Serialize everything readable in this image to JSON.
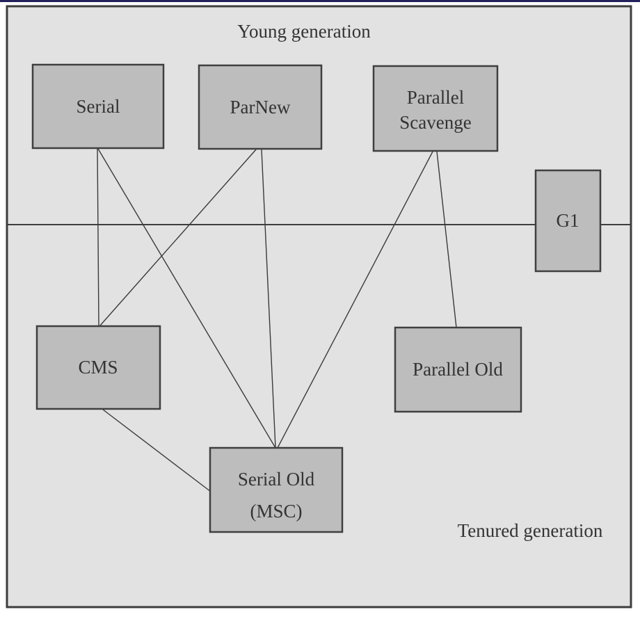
{
  "diagram": {
    "description": "HotSpot JVM garbage collectors by generation, with lines joining collectors that can work together",
    "regions": {
      "young_label": "Young generation",
      "tenured_label": "Tenured generation"
    },
    "nodes": {
      "serial": {
        "label": "Serial"
      },
      "parnew": {
        "label": "ParNew"
      },
      "parallel_scavenge": {
        "lines": [
          "Parallel",
          "Scavenge"
        ]
      },
      "g1": {
        "label": "G1"
      },
      "cms": {
        "label": "CMS"
      },
      "parallel_old": {
        "label": "Parallel Old"
      },
      "serial_old": {
        "lines": [
          "Serial Old",
          "(MSC)"
        ]
      }
    },
    "edges": [
      {
        "from": "Serial",
        "to": "CMS"
      },
      {
        "from": "Serial",
        "to": "Serial Old (MSC)"
      },
      {
        "from": "ParNew",
        "to": "CMS"
      },
      {
        "from": "ParNew",
        "to": "Serial Old (MSC)"
      },
      {
        "from": "Parallel Scavenge",
        "to": "Serial Old (MSC)"
      },
      {
        "from": "Parallel Scavenge",
        "to": "Parallel Old"
      },
      {
        "from": "CMS",
        "to": "Serial Old (MSC)"
      }
    ],
    "colors": {
      "canvas_background": "#e2e2e2",
      "node_fill": "#bdbdbd",
      "node_border": "#3f3f3f",
      "outer_border": "#3d3d3d",
      "edge_line": "#3a3a3a",
      "top_rule": "#23215c",
      "text": "#333333",
      "page_background": "#ffffff"
    }
  }
}
